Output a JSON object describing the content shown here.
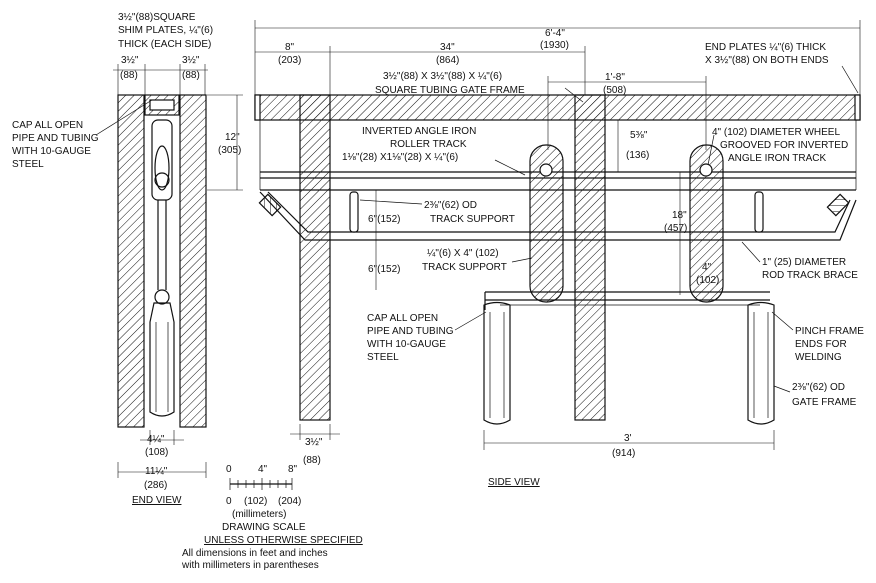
{
  "end_view": {
    "shim_line1": "3½\"(88)SQUARE",
    "shim_line2": "SHIM PLATES, ¼\"(6)",
    "shim_line3": "THICK (EACH SIDE)",
    "dim_left_top": "3½\"",
    "dim_left_bottom": "(88)",
    "dim_right_top": "3½\"",
    "dim_right_bottom": "(88)",
    "cap_line1": "CAP ALL OPEN",
    "cap_line2": "PIPE AND TUBING",
    "cap_line3": "WITH 10-GAUGE",
    "cap_line4": "STEEL",
    "height_top": "12\"",
    "height_bottom": "(305)",
    "width_inner_top": "4¼\"",
    "width_inner_bottom": "(108)",
    "width_outer_top": "11¼\"",
    "width_outer_bottom": "(286)",
    "title": "END VIEW"
  },
  "scale": {
    "tick0": "0",
    "tick4": "4\"",
    "tick8": "8\"",
    "mm0": "0",
    "mm102": "(102)",
    "mm204": "(204)",
    "units": "(millimeters)",
    "label": "DRAWING SCALE",
    "unless": "UNLESS OTHERWISE SPECIFIED",
    "note1": "All dimensions in feet and inches",
    "note2": "with millimeters in parentheses"
  },
  "side_view": {
    "overall_top": "6'-4\"",
    "overall_bottom": "(1930)",
    "d8_top": "8\"",
    "d8_bottom": "(203)",
    "d34_top": "34\"",
    "d34_bottom": "(864)",
    "d18_top": "1'-8\"",
    "d18_bottom": "(508)",
    "endplates_line1": "END PLATES ¼\"(6) THICK",
    "endplates_line2": "X 3½\"(88) ON BOTH ENDS",
    "tubing_line1": "3½\"(88) X 3½\"(88) X ¼\"(6)",
    "tubing_line2": "SQUARE TUBING GATE FRAME",
    "roller_line1": "INVERTED ANGLE IRON",
    "roller_line2": "ROLLER TRACK",
    "roller_line3": "1⅛\"(28) X1⅛\"(28) X ¼\"(6)",
    "d538_top": "5⅜\"",
    "d538_bottom": "(136)",
    "wheel_line1": "4\" (102) DIAMETER WHEEL",
    "wheel_line2": "GROOVED FOR INVERTED",
    "wheel_line3": "ANGLE IRON TRACK",
    "od_support_line1": "2⅜\"(62) OD",
    "od_support_line2": "TRACK SUPPORT",
    "d6a": "6\"(152)",
    "d6b": "6\"(152)",
    "d18in_top": "18\"",
    "d18in_bottom": "(457)",
    "flat_support_line1": "¼\"(6) X 4\" (102)",
    "flat_support_line2": "TRACK SUPPORT",
    "d4_top": "4\"",
    "d4_bottom": "(102)",
    "rod_line1": "1\" (25) DIAMETER",
    "rod_line2": "ROD TRACK BRACE",
    "cap_line1": "CAP ALL OPEN",
    "cap_line2": "PIPE AND TUBING",
    "cap_line3": "WITH 10-GAUGE",
    "cap_line4": "STEEL",
    "pinch_line1": "PINCH FRAME",
    "pinch_line2": "ENDS FOR",
    "pinch_line3": "WELDING",
    "gate_od_line1": "2⅜\"(62) OD",
    "gate_od_line2": "GATE FRAME",
    "post_w_top": "3½\"",
    "post_w_bottom": "(88)",
    "d3ft_top": "3'",
    "d3ft_bottom": "(914)",
    "title": "SIDE VIEW"
  }
}
